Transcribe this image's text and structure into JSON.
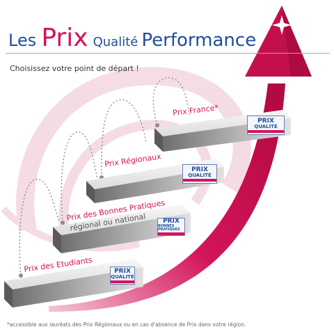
{
  "header": {
    "title_les": "Les",
    "title_prix": "Prix",
    "title_qualite": "Qualité",
    "title_performance": "Performance",
    "subtitle": "Choisissez votre point de départ !"
  },
  "steps": [
    {
      "label": "Prix des Etudiants",
      "badge_line1": "PRIX",
      "badge_line2": "QUALITÉ"
    },
    {
      "label_line1": "Prix des Bonnes Pratiques",
      "label_line2": "régional ou national",
      "badge_line1": "PRIX",
      "badge_line2": "BONNES PRATIQUES"
    },
    {
      "label": "Prix Régionaux",
      "badge_line1": "PRIX",
      "badge_line2": "QUALITÉ"
    },
    {
      "label": "Prix France*",
      "badge_line1": "PRIX",
      "badge_line2": "QUALITÉ"
    }
  ],
  "footnote": "*accessible aux lauréats des Prix Régionaux ou en cas d'absence de Prix dans votre région.",
  "colors": {
    "brand_pink": "#d4145a",
    "brand_blue": "#1f4e9c",
    "step_gray": "#8a8a8a"
  },
  "icons": {
    "arrow": "rising-arrow-icon",
    "sparkle": "star-sparkle-icon"
  }
}
